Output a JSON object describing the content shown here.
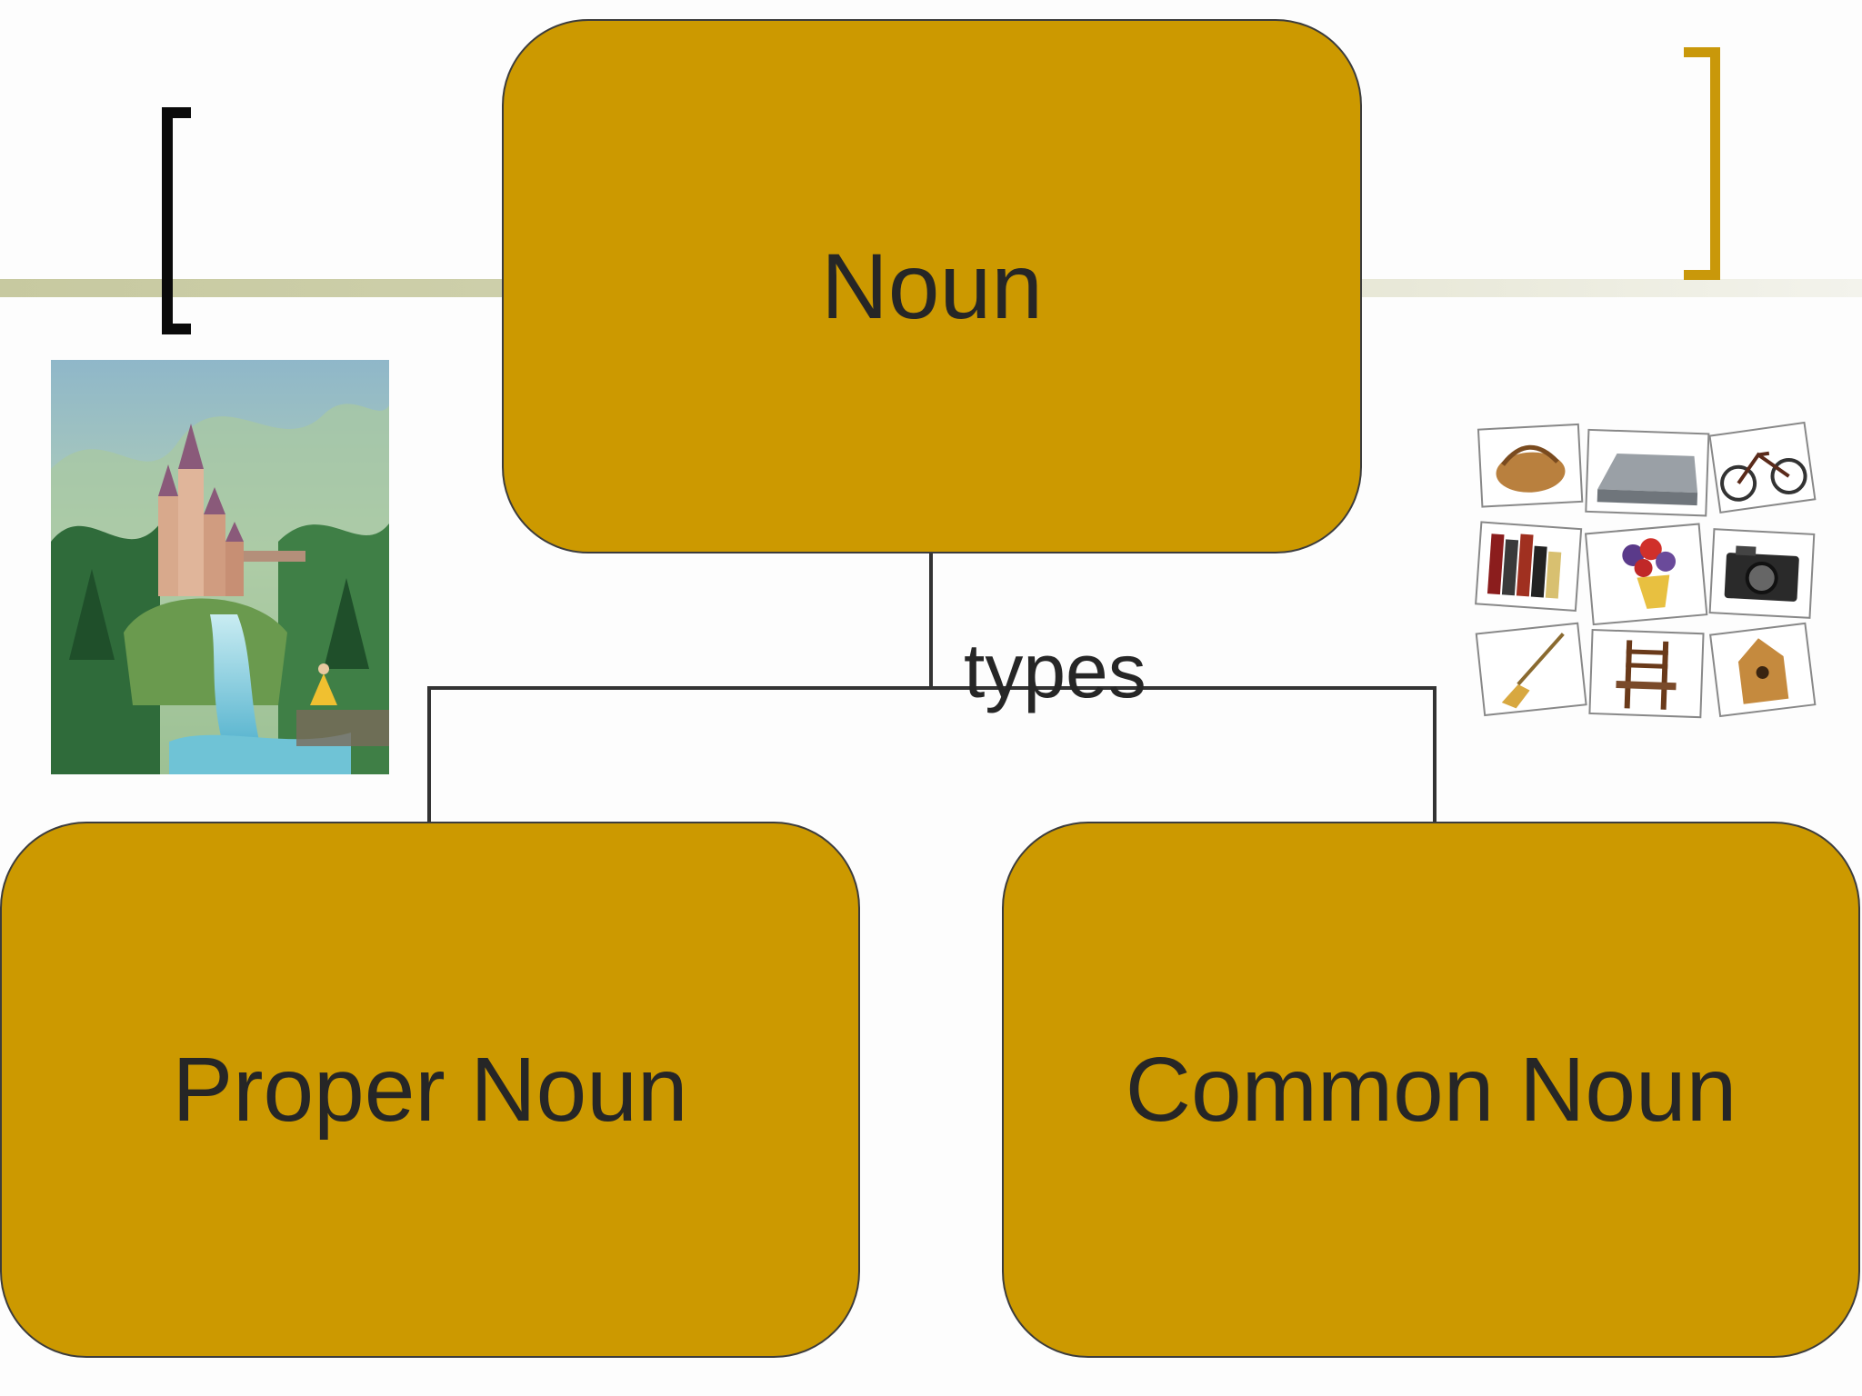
{
  "diagram": {
    "root": {
      "label": "Noun"
    },
    "edge_label": "types",
    "children": [
      {
        "label": "Proper Noun"
      },
      {
        "label": "Common Noun"
      }
    ]
  },
  "colors": {
    "box_fill": "#cc9900",
    "box_border": "#3c3c3c",
    "text": "#262626",
    "left_bracket": "#0a0a0a",
    "right_bracket": "#c9980a",
    "band": "#c7c9a0"
  },
  "images": {
    "left": "castle-illustration",
    "right": "household-objects-collage"
  }
}
